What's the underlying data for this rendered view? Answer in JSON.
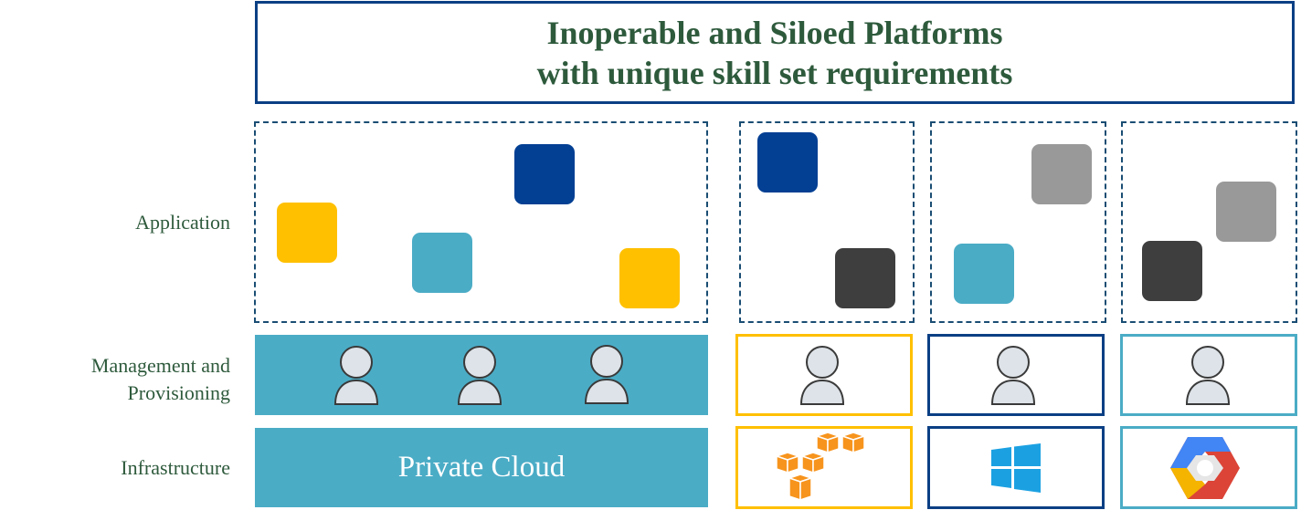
{
  "title": {
    "line1": "Inoperable and Siloed Platforms",
    "line2": "with unique skill set requirements"
  },
  "row_labels": {
    "application": "Application",
    "management_line1": "Management and",
    "management_line2": "Provisioning",
    "infrastructure": "Infrastructure"
  },
  "infrastructure": {
    "private_cloud_label": "Private Cloud",
    "provider_icons": [
      "aws-icon",
      "windows-azure-icon",
      "google-cloud-icon"
    ]
  },
  "colors": {
    "title_border": "#0b3f84",
    "text_green": "#2e5a3c",
    "yellow": "#ffc000",
    "navy": "#033f93",
    "teal": "#4bacc6",
    "dark": "#3e3e3e",
    "gray": "#999999"
  }
}
